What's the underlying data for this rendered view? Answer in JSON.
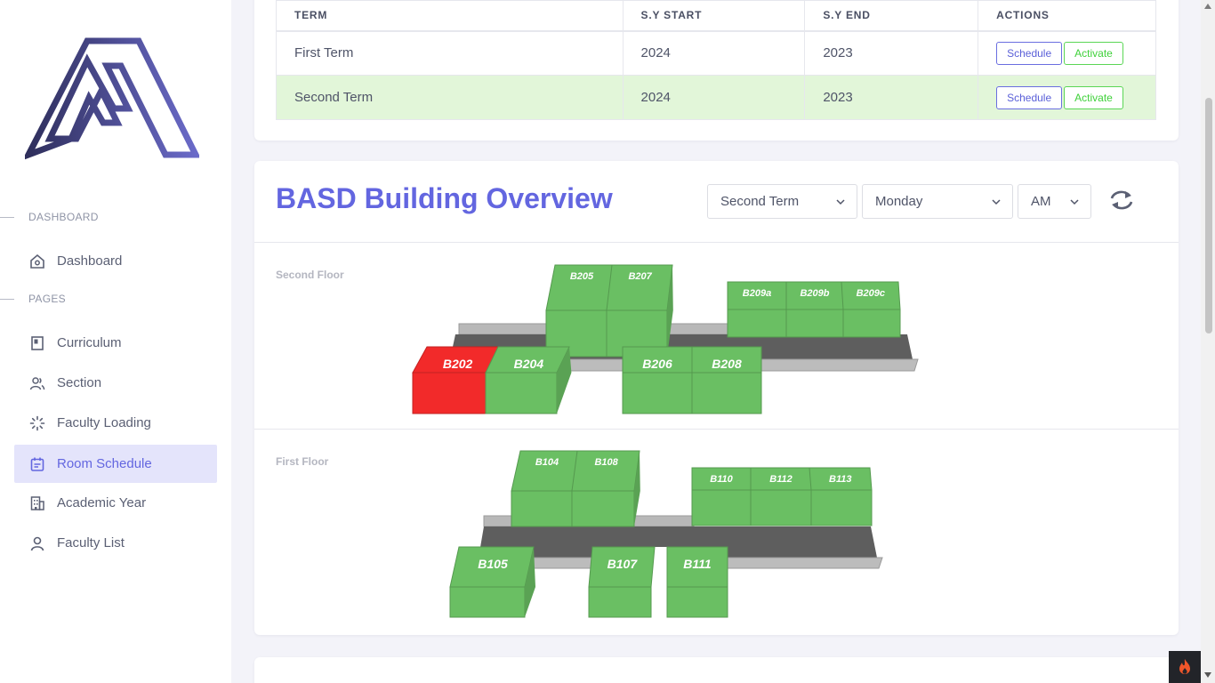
{
  "sidebar": {
    "sections": [
      {
        "label": "DASHBOARD"
      },
      {
        "label": "PAGES"
      }
    ],
    "items": [
      {
        "label": "Dashboard",
        "icon": "home-icon"
      },
      {
        "label": "Curriculum",
        "icon": "book-icon"
      },
      {
        "label": "Section",
        "icon": "users-icon"
      },
      {
        "label": "Faculty Loading",
        "icon": "loader-icon"
      },
      {
        "label": "Room Schedule",
        "icon": "calendar-icon",
        "active": true
      },
      {
        "label": "Academic Year",
        "icon": "building-icon"
      },
      {
        "label": "Faculty List",
        "icon": "user-icon"
      }
    ]
  },
  "terms_table": {
    "headers": [
      "TERM",
      "S.Y START",
      "S.Y END",
      "ACTIONS"
    ],
    "rows": [
      {
        "term": "First Term",
        "start": "2024",
        "end": "2023",
        "schedule": "Schedule",
        "activate": "Activate"
      },
      {
        "term": "Second Term",
        "start": "2024",
        "end": "2023",
        "schedule": "Schedule",
        "activate": "Activate",
        "highlighted": true
      }
    ]
  },
  "overview": {
    "title": "BASD Building Overview",
    "term_select": "Second Term",
    "day_select": "Monday",
    "period_select": "AM",
    "refresh_icon": "refresh-icon"
  },
  "floors": {
    "second": {
      "label": "Second Floor",
      "rooms": [
        "B205",
        "B207",
        "B209a",
        "B209b",
        "B209c",
        "B202",
        "B204",
        "B206",
        "B208"
      ],
      "occupied": [
        "B202"
      ]
    },
    "first": {
      "label": "First Floor",
      "rooms": [
        "B104",
        "B108",
        "B110",
        "B112",
        "B113",
        "B105",
        "B107",
        "B111"
      ],
      "occupied": []
    }
  },
  "colors": {
    "accent": "#6366e0",
    "room_free": "#6abf63",
    "room_occupied": "#f22a2a",
    "highlight_row": "#e2f6d9"
  }
}
